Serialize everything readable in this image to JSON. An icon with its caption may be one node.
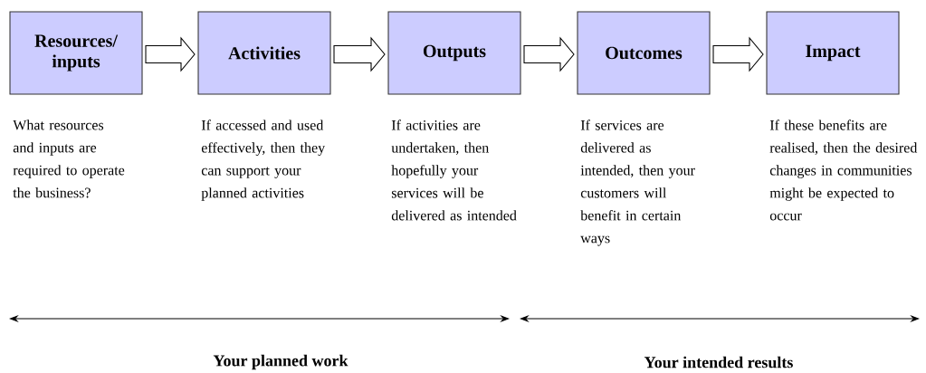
{
  "diagram": {
    "nodes": [
      {
        "text": [
          "Resources/ inputs"
        ],
        "beside": [
          "What resources and inputs are required to operate the business?"
        ]
      },
      {
        "text": [
          "Activities"
        ],
        "beside": [
          "If accessed and used effectively, then they can support your planned activities"
        ]
      },
      {
        "text": [
          "Outputs"
        ],
        "beside": [
          "If activities are undertaken, then hopefully your services will be delivered as intended"
        ]
      },
      {
        "text": [
          "Outcomes"
        ],
        "beside": [
          "If services are delivered as intended, then your customers will benefit in certain ways"
        ]
      },
      {
        "text": [
          "Impact"
        ],
        "beside": [
          "If these benefits are realised, then the desired changes in communities might be expected to occur"
        ]
      }
    ],
    "edges": [
      {
        "from": 0,
        "to": 1,
        "arrow": "to"
      },
      {
        "from": 1,
        "to": 2,
        "arrow": "to"
      },
      {
        "from": 2,
        "to": 3,
        "arrow": "to"
      },
      {
        "from": 3,
        "to": 4,
        "arrow": "to"
      }
    ],
    "labels": [
      "Your planned work",
      "Your intended results"
    ]
  }
}
